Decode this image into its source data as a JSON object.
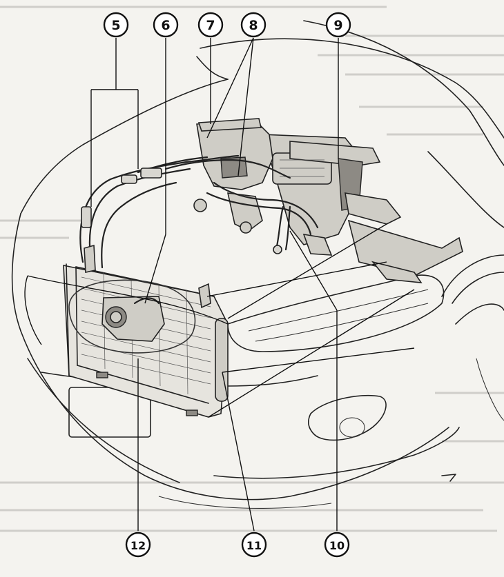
{
  "callouts": [
    {
      "id": "c5",
      "label": "5"
    },
    {
      "id": "c6",
      "label": "6"
    },
    {
      "id": "c7",
      "label": "7"
    },
    {
      "id": "c8",
      "label": "8"
    },
    {
      "id": "c9",
      "label": "9"
    },
    {
      "id": "c10",
      "label": "10"
    },
    {
      "id": "c11",
      "label": "11"
    },
    {
      "id": "c12",
      "label": "12"
    }
  ],
  "colors": {
    "paper": "#f4f3ef",
    "ink": "#222222",
    "part_fill": "#cfcdc6"
  }
}
